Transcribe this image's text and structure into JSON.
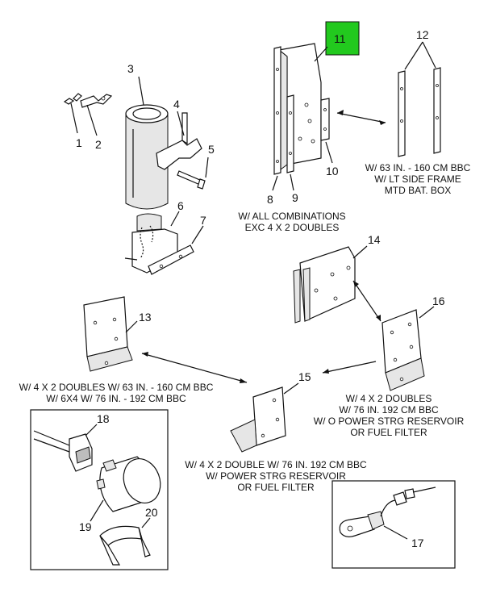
{
  "callouts": {
    "c1": "1",
    "c2": "2",
    "c3": "3",
    "c4": "4",
    "c5": "5",
    "c6": "6",
    "c7": "7",
    "c8": "8",
    "c9": "9",
    "c10": "10",
    "c11": "11",
    "c12": "12",
    "c13": "13",
    "c14": "14",
    "c15": "15",
    "c16": "16",
    "c17": "17",
    "c18": "18",
    "c19": "19",
    "c20": "20"
  },
  "highlight": {
    "item": "11",
    "color": "#22c91e"
  },
  "captions": {
    "all_combinations": [
      "W/ ALL COMBINATIONS",
      "EXC 4 X 2 DOUBLES"
    ],
    "lt_side_frame": [
      "W/ 63 IN. - 160 CM BBC",
      "W/ LT SIDE FRAME",
      "MTD BAT. BOX"
    ],
    "doubles_63": [
      "W/ 4 X 2 DOUBLES W/ 63 IN. - 160 CM BBC",
      "W/ 6X4 W/ 76 IN. - 192 CM BBC"
    ],
    "doubles_76_no_res": [
      "W/ 4 X 2 DOUBLES",
      "W/ 76 IN. 192 CM BBC",
      "W/ O POWER STRG RESERVOIR",
      "OR FUEL FILTER"
    ],
    "double_76_res": [
      "W/ 4 X 2 DOUBLE W/ 76 IN. 192 CM BBC",
      "W/ POWER STRG RESERVOIR",
      "OR FUEL FILTER"
    ]
  }
}
